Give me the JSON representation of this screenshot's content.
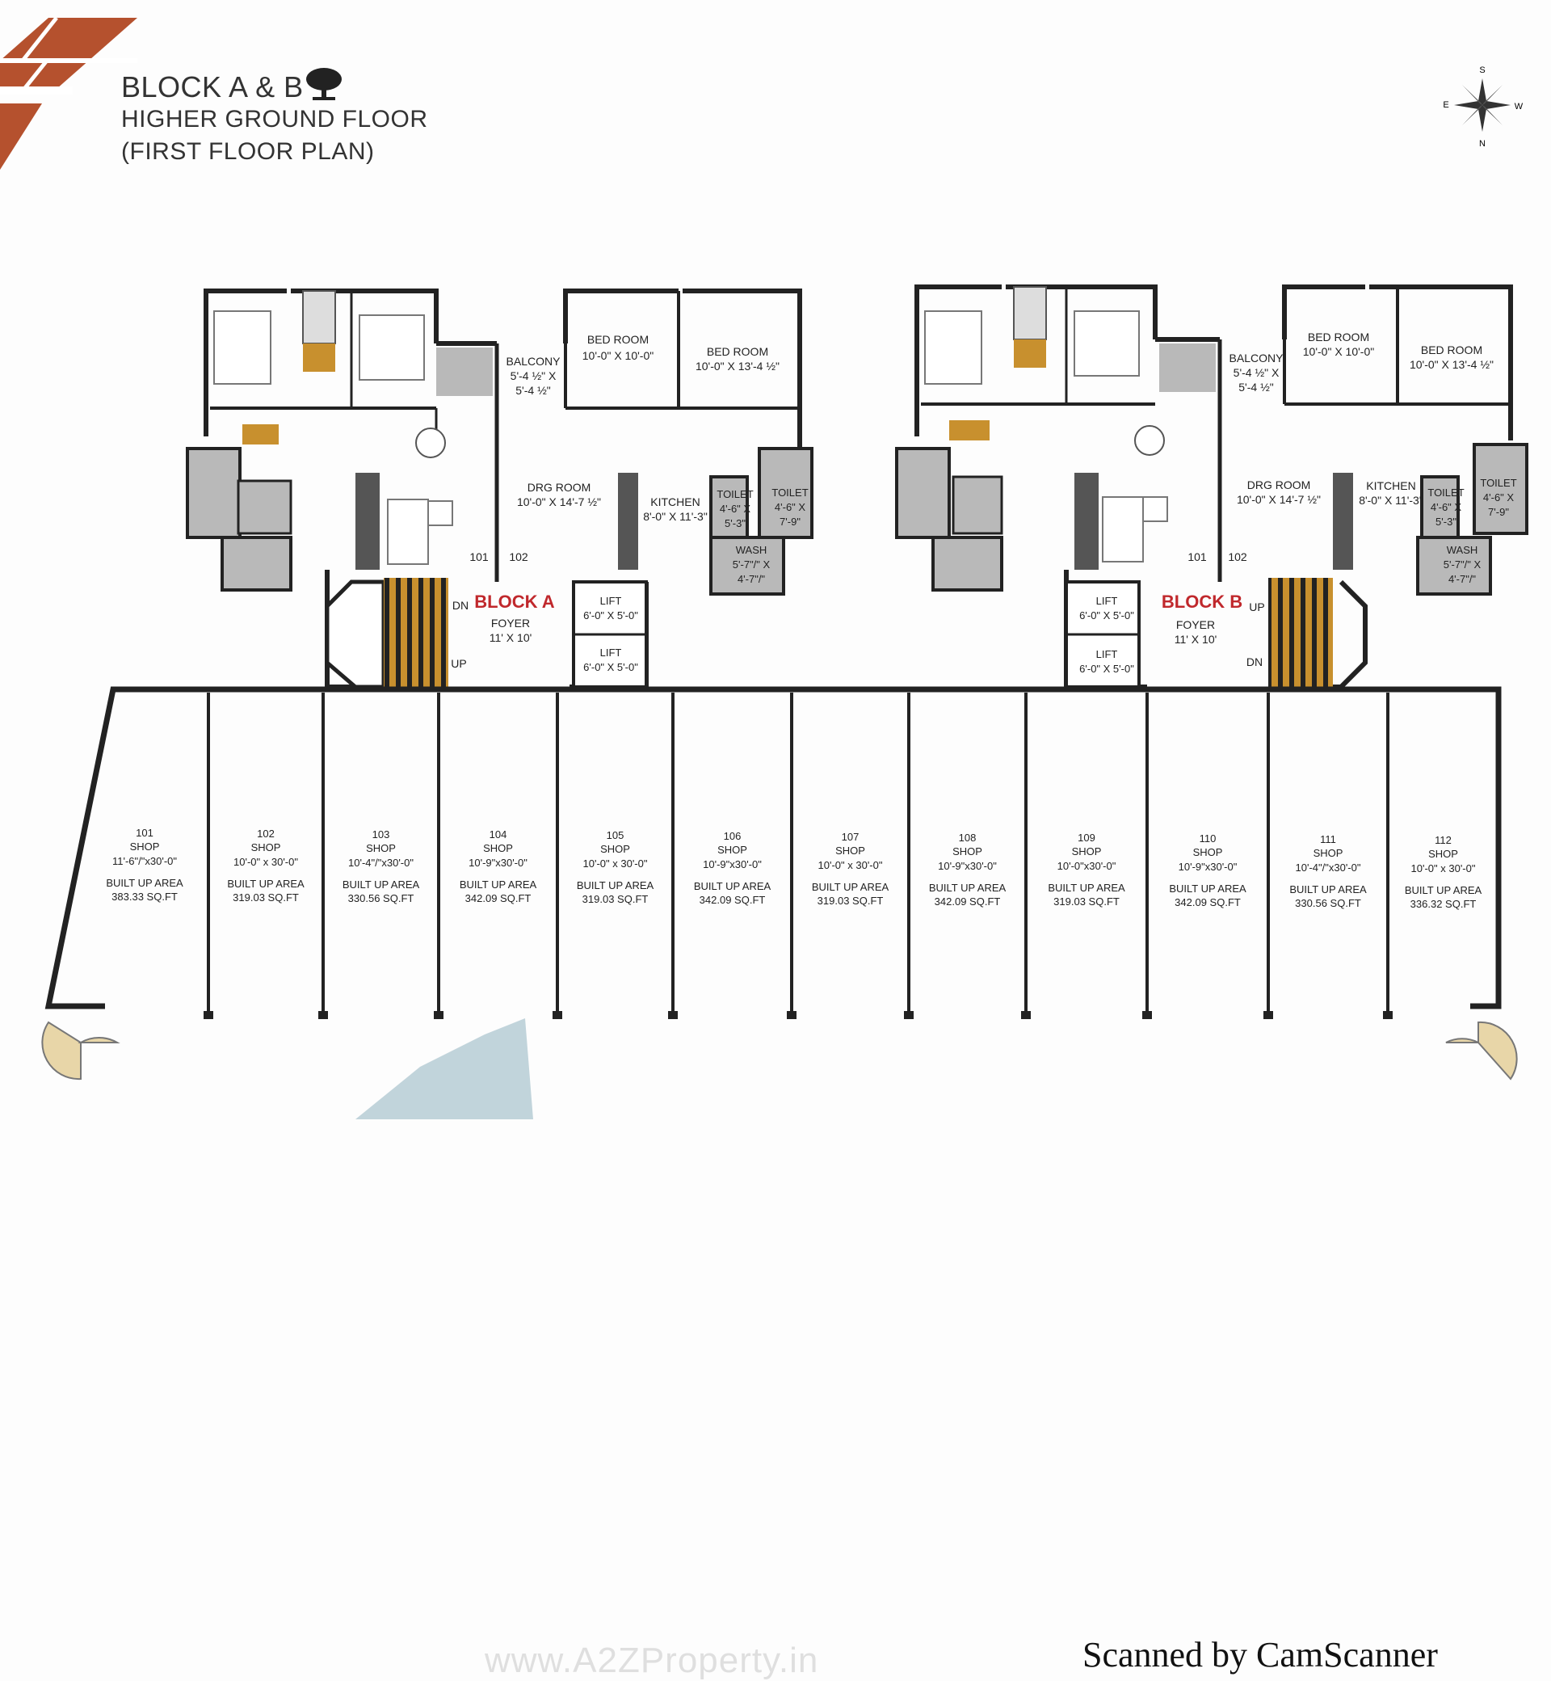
{
  "header": {
    "line1": "BLOCK A & B",
    "line2": "HIGHER GROUND FLOOR",
    "line3": "(FIRST FLOOR PLAN)"
  },
  "compass": {
    "s": "S",
    "e": "E",
    "w": "W",
    "n": "N"
  },
  "colors": {
    "brick": "#b5512e",
    "wall": "#222222",
    "fixture_gray": "#b9b9b9",
    "dark_fixture": "#555555",
    "wood": "#c8902e",
    "block_label_red": "#c0282c"
  },
  "block_a": {
    "label": "BLOCK A",
    "foyer": "FOYER",
    "foyer_size": "11' X 10'",
    "dn": "DN",
    "up": "UP",
    "flat_101": "101",
    "flat_102": "102",
    "balcony": "BALCONY",
    "balcony_size1": "5'-4 ½\" X",
    "balcony_size2": "5'-4 ½\"",
    "bedroom1": "BED ROOM",
    "bedroom1_size": "10'-0\" X 10'-0\"",
    "bedroom2": "BED ROOM",
    "bedroom2_size": "10'-0\" X 13'-4 ½\"",
    "drg": "DRG ROOM",
    "drg_size": "10'-0\" X 14'-7 ½\"",
    "kitchen": "KITCHEN",
    "kitchen_size": "8'-0\" X 11'-3\"",
    "toilet1": "TOILET",
    "toilet1_s1": "4'-6\" X",
    "toilet1_s2": "5'-3\"",
    "toilet2": "TOILET",
    "toilet2_s1": "4'-6\" X",
    "toilet2_s2": "7'-9\"",
    "wash": "WASH",
    "wash_s1": "5'-7\"/\" X",
    "wash_s2": "4'-7\"/\"",
    "lift1": "LIFT",
    "lift1_size": "6'-0\" X 5'-0\"",
    "lift2": "LIFT",
    "lift2_size": "6'-0\" X 5'-0\""
  },
  "block_b": {
    "label": "BLOCK B",
    "foyer": "FOYER",
    "foyer_size": "11' X 10'",
    "dn": "DN",
    "up": "UP",
    "flat_101": "101",
    "flat_102": "102",
    "balcony": "BALCONY",
    "balcony_size1": "5'-4 ½\" X",
    "balcony_size2": "5'-4 ½\"",
    "bedroom1": "BED ROOM",
    "bedroom1_size": "10'-0\" X 10'-0\"",
    "bedroom2": "BED ROOM",
    "bedroom2_size": "10'-0\" X 13'-4 ½\"",
    "drg": "DRG ROOM",
    "drg_size": "10'-0\" X 14'-7 ½\"",
    "kitchen": "KITCHEN",
    "kitchen_size": "8'-0\" X 11'-3\"",
    "toilet1": "TOILET",
    "toilet1_s1": "4'-6\" X",
    "toilet1_s2": "5'-3\"",
    "toilet2": "TOILET",
    "toilet2_s1": "4'-6\" X",
    "toilet2_s2": "7'-9\"",
    "wash": "WASH",
    "wash_s1": "5'-7\"/\" X",
    "wash_s2": "4'-7\"/\"",
    "lift1": "LIFT",
    "lift1_size": "6'-0\" X 5'-0\"",
    "lift2": "LIFT",
    "lift2_size": "6'-0\" X 5'-0\""
  },
  "shops": [
    {
      "no": "101",
      "type": "SHOP",
      "size": "11'-6\"/\"x30'-0\"",
      "area_label": "BUILT UP AREA",
      "area": "383.33 SQ.FT"
    },
    {
      "no": "102",
      "type": "SHOP",
      "size": "10'-0\" x 30'-0\"",
      "area_label": "BUILT UP AREA",
      "area": "319.03 SQ.FT"
    },
    {
      "no": "103",
      "type": "SHOP",
      "size": "10'-4\"/\"x30'-0\"",
      "area_label": "BUILT UP AREA",
      "area": "330.56 SQ.FT"
    },
    {
      "no": "104",
      "type": "SHOP",
      "size": "10'-9\"x30'-0\"",
      "area_label": "BUILT UP AREA",
      "area": "342.09 SQ.FT"
    },
    {
      "no": "105",
      "type": "SHOP",
      "size": "10'-0\" x 30'-0\"",
      "area_label": "BUILT UP AREA",
      "area": "319.03 SQ.FT"
    },
    {
      "no": "106",
      "type": "SHOP",
      "size": "10'-9\"x30'-0\"",
      "area_label": "BUILT UP AREA",
      "area": "342.09 SQ.FT"
    },
    {
      "no": "107",
      "type": "SHOP",
      "size": "10'-0\" x 30'-0\"",
      "area_label": "BUILT UP AREA",
      "area": "319.03 SQ.FT"
    },
    {
      "no": "108",
      "type": "SHOP",
      "size": "10'-9\"x30'-0\"",
      "area_label": "BUILT UP AREA",
      "area": "342.09 SQ.FT"
    },
    {
      "no": "109",
      "type": "SHOP",
      "size": "10'-0\"x30'-0\"",
      "area_label": "BUILT UP AREA",
      "area": "319.03 SQ.FT"
    },
    {
      "no": "110",
      "type": "SHOP",
      "size": "10'-9\"x30'-0\"",
      "area_label": "BUILT UP AREA",
      "area": "342.09 SQ.FT"
    },
    {
      "no": "111",
      "type": "SHOP",
      "size": "10'-4\"/\"x30'-0\"",
      "area_label": "BUILT UP AREA",
      "area": "330.56 SQ.FT"
    },
    {
      "no": "112",
      "type": "SHOP",
      "size": "10'-0\" x 30'-0\"",
      "area_label": "BUILT UP AREA",
      "area": "336.32 SQ.FT"
    }
  ],
  "footer": {
    "scanner": "Scanned by CamScanner",
    "watermark": "www.A2ZProperty.in"
  }
}
